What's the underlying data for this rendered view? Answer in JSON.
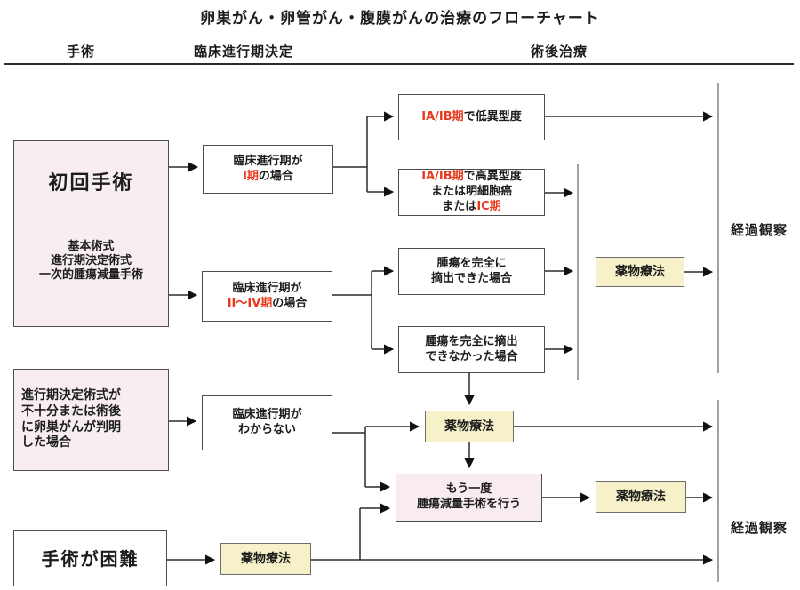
{
  "title": "卵巣がん・卵管がん・腹膜がんの治療のフローチャート",
  "columns": {
    "surgery": "手術",
    "staging": "臨床進行期決定",
    "postop": "術後治療"
  },
  "colors": {
    "pink_box": "#f7edf3",
    "yellow_box": "#f6f1c8",
    "red_text": "#e8391d",
    "line_dark": "#2b2b2b",
    "line_gray": "#8a8a8a"
  },
  "boxes": {
    "initial_surgery": {
      "title": "初回手術",
      "sub1": "基本術式",
      "sub2": "進行期決定術式",
      "sub3": "一次的腫瘍減量手術"
    },
    "stage_i": {
      "line1": "臨床進行期が",
      "red": "I期",
      "rest": "の場合"
    },
    "stage_ii_iv": {
      "line1": "臨床進行期が",
      "red": "II～IV期",
      "rest": "の場合"
    },
    "low_grade": {
      "red": "IA/IB期",
      "rest": "で低異型度"
    },
    "high_grade": {
      "red1": "IA/IB期",
      "rest1": "で高異型度",
      "line2": "または明細胞癌",
      "pre3": "または",
      "red3": "IC期"
    },
    "fully_removed": {
      "line1": "腫瘍を完全に",
      "line2": "摘出できた場合"
    },
    "not_removed": {
      "line1": "腫瘍を完全に摘出",
      "line2": "できなかった場合"
    },
    "insufficient": {
      "line1": "進行期決定術式が",
      "line2": "不十分または術後",
      "line3": "に卵巣がんが判明",
      "line4": "した場合"
    },
    "stage_unknown": {
      "line1": "臨床進行期が",
      "line2": "わからない"
    },
    "redo_surgery": {
      "line1": "もう一度",
      "line2": "腫瘍減量手術を行う"
    },
    "surgery_difficult": {
      "title": "手術が困難"
    },
    "drug_therapy_top": "薬物療法",
    "drug_therapy_center": "薬物療法",
    "drug_therapy_right": "薬物療法",
    "drug_therapy_bottom": "薬物療法"
  },
  "labels": {
    "followup_top": "経過観察",
    "followup_bottom": "経過観察"
  }
}
